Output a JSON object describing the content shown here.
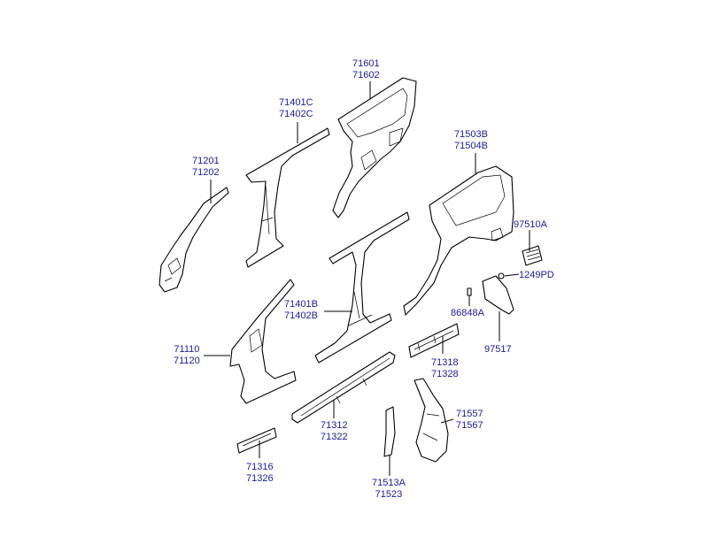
{
  "colors": {
    "label": "#1a1aa0",
    "line": "#000000",
    "background": "#ffffff"
  },
  "callouts": [
    {
      "id": "c-71601",
      "lines": [
        "71601",
        "71602"
      ]
    },
    {
      "id": "c-71401C",
      "lines": [
        "71401C",
        "71402C"
      ]
    },
    {
      "id": "c-71503B",
      "lines": [
        "71503B",
        "71504B"
      ]
    },
    {
      "id": "c-71201",
      "lines": [
        "71201",
        "71202"
      ]
    },
    {
      "id": "c-97510A",
      "lines": [
        "97510A"
      ]
    },
    {
      "id": "c-1249PD",
      "lines": [
        "1249PD"
      ]
    },
    {
      "id": "c-86848A",
      "lines": [
        "86848A"
      ]
    },
    {
      "id": "c-71401B",
      "lines": [
        "71401B",
        "71402B"
      ]
    },
    {
      "id": "c-97517",
      "lines": [
        "97517"
      ]
    },
    {
      "id": "c-71110",
      "lines": [
        "71110",
        "71120"
      ]
    },
    {
      "id": "c-71318",
      "lines": [
        "71318",
        "71328"
      ]
    },
    {
      "id": "c-71557",
      "lines": [
        "71557",
        "71567"
      ]
    },
    {
      "id": "c-71312",
      "lines": [
        "71312",
        "71322"
      ]
    },
    {
      "id": "c-71316",
      "lines": [
        "71316",
        "71326"
      ]
    },
    {
      "id": "c-71513A",
      "lines": [
        "71513A",
        "71523"
      ]
    }
  ]
}
